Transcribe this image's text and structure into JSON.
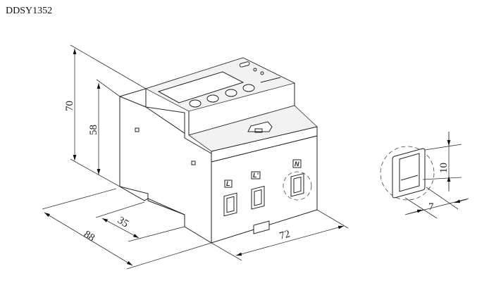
{
  "title": "DDSY1352",
  "dimensions": {
    "height_total": "70",
    "height_body": "58",
    "depth": "88",
    "rail_depth": "35",
    "width": "72",
    "terminal_height": "10",
    "terminal_width": "7"
  },
  "terminals": [
    "L",
    "L'",
    "N"
  ]
}
